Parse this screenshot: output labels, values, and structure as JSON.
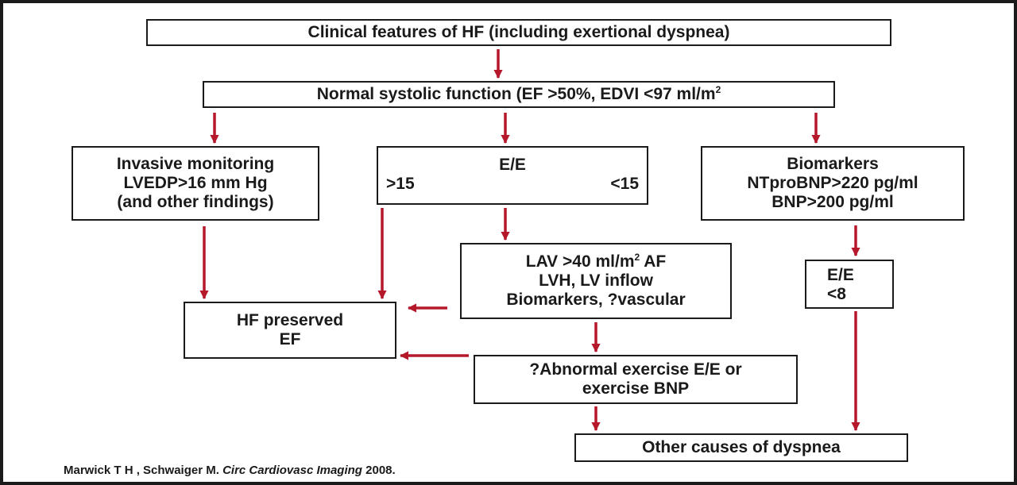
{
  "colors": {
    "arrow": "#b5182b",
    "text": "#1a1a1a",
    "border": "#1a1a1a"
  },
  "boxes": {
    "clinical": "Clinical features of HF (including exertional dyspnea)",
    "systolic_main": "Normal systolic function (EF >50%, EDVI <97 ml/m",
    "systolic_sup": "2",
    "invasive": [
      "Invasive monitoring",
      "LVEDP>16 mm Hg",
      "(and other findings)"
    ],
    "ee_top": {
      "title": "E/E",
      "left": ">15",
      "right": "<15"
    },
    "biomarkers": [
      "Biomarkers",
      "NTproBNP>220 pg/ml",
      "BNP>200 pg/ml"
    ],
    "lav": {
      "line1_a": "LAV >40 ml/m",
      "line1_sup": "2",
      "line1_b": " AF",
      "line2": "LVH, LV inflow",
      "line3": "Biomarkers, ?vascular"
    },
    "ee_small": [
      "E/E",
      "<8"
    ],
    "hf_preserved": [
      "HF preserved",
      "EF"
    ],
    "exercise": [
      "?Abnormal exercise E/E or",
      "exercise BNP"
    ],
    "other": "Other causes of dyspnea"
  },
  "citation": {
    "authors": "Marwick T H , Schwaiger M. ",
    "journal": "Circ Cardiovasc Imaging",
    "year": " 2008."
  }
}
